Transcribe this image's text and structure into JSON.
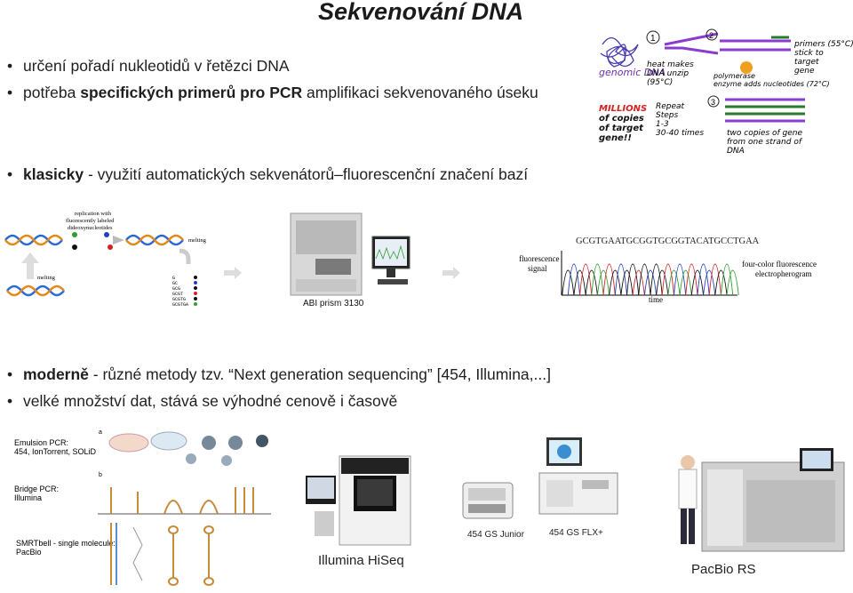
{
  "title": "Sekvenování DNA",
  "bullets": {
    "b1": "určení pořadí nukleotidů v řetězci DNA",
    "b2_pre": "potřeba ",
    "b2_bold": "specifických primerů pro PCR",
    "b2_post": " amplifikaci sekvenovaného úseku",
    "b3_bold": "klasicky",
    "b3_post": " - využití automatických sekvenátorů–fluorescenční značení bazí",
    "b4_bold": "moderně",
    "b4_post": " - různé metody tzv. “Next generation sequencing” [454, Illumina,...]",
    "b5": "velké množství dat, stává se výhodné cenově i časově"
  },
  "pcr_sketch": {
    "genomic": "genomic DNA",
    "step1": "heat makes DNA unzip (95°C)",
    "step2": "primers (55°C) stick to target gene",
    "polymerase": "polymerase enzyme adds nucleotides (72°C)",
    "millions": "MILLIONS of copies of target gene!!",
    "repeat": "Repeat Steps 1-3 30-40 times",
    "copies": "two copies of gene from one strand of DNA",
    "n1": "1",
    "n2": "2",
    "n3": "3"
  },
  "sanger": {
    "replication": "replication with fluorescently labeled dideoxynucleotides",
    "melting_top": "melting",
    "melting_left": "melting",
    "sequence": "GCGTGAATGCGGTGCGGTACATGCCTGAA",
    "fluorescence": "fluorescence signal",
    "electropherogram": "four-color fluorescence electropherogram",
    "time": "time",
    "instrument": "ABI prism 3130"
  },
  "ngs": {
    "emulsion": "Emulsion PCR:",
    "emulsion_sub": "454, IonTorrent, SOLiD",
    "bridge": "Bridge PCR:",
    "bridge_sub": "Illumina",
    "smrt": "SMRTbell - single molecule:",
    "smrt_sub": "PacBio",
    "label_a": "a",
    "label_b": "b",
    "hiseq": "Illumina HiSeq",
    "gs_junior": "454 GS Junior",
    "gs_flx": "454 GS FLX+",
    "pacbio": "PacBio RS"
  },
  "colors": {
    "A": "#2e9e2e",
    "C": "#1f3fbf",
    "G": "#111111",
    "T": "#d62020",
    "strand1": "#2b6bd6",
    "strand2": "#e0891a"
  }
}
